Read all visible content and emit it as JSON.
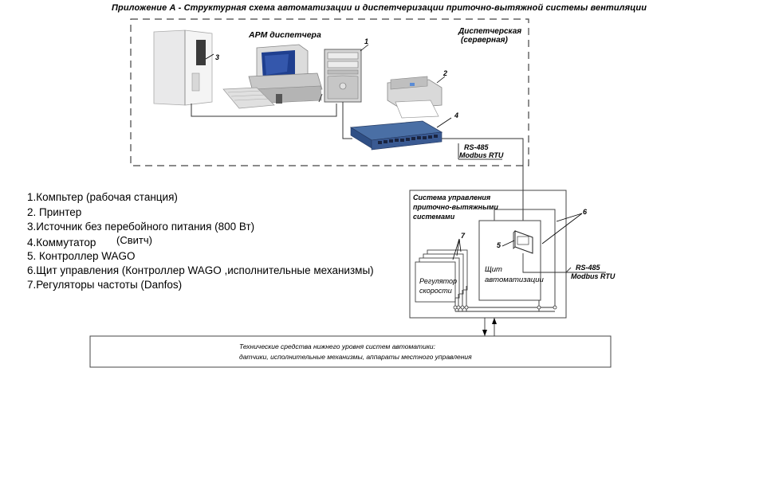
{
  "title": "Приложение А - Структурная схема автоматизации и диспетчеризации приточно-вытяжной системы вентиляции",
  "legend": [
    "1.Компьтер (рабочая станция)",
    "2. Принтер",
    "3.Источник без перебойного питания (800 Вт)",
    "4.Коммутатор",
    "5. Контроллер WAGO",
    "6.Щит управления (Контроллер WAGO ,исполнительные механизмы)",
    "7.Регуляторы частоты (Danfos)"
  ],
  "legend_note": "(Свитч)",
  "server_room": {
    "workstation_label": "АРМ диспетчера",
    "room_label_1": "Диспетчерская",
    "room_label_2": "(серверная)",
    "callouts": [
      "1",
      "2",
      "3",
      "4"
    ],
    "protocol_1": "RS-485",
    "protocol_2": "Modbus RTU"
  },
  "control_system": {
    "title_1": "Система управления",
    "title_2": "приточно-вытяжными",
    "title_3": "системами",
    "regulator_1": "Регулятор",
    "regulator_2": "скорости",
    "panel_1": "Щит",
    "panel_2": "автоматизации",
    "callout_5": "5",
    "callout_6": "6",
    "callout_7": "7",
    "protocol_1": "RS-485",
    "protocol_2": "Modbus RTU"
  },
  "field_level": {
    "line_1": "Технические средства нижнего уровня систем автоматики:",
    "line_2": "датчики, исполнительные механизмы, аппараты местного управления"
  }
}
